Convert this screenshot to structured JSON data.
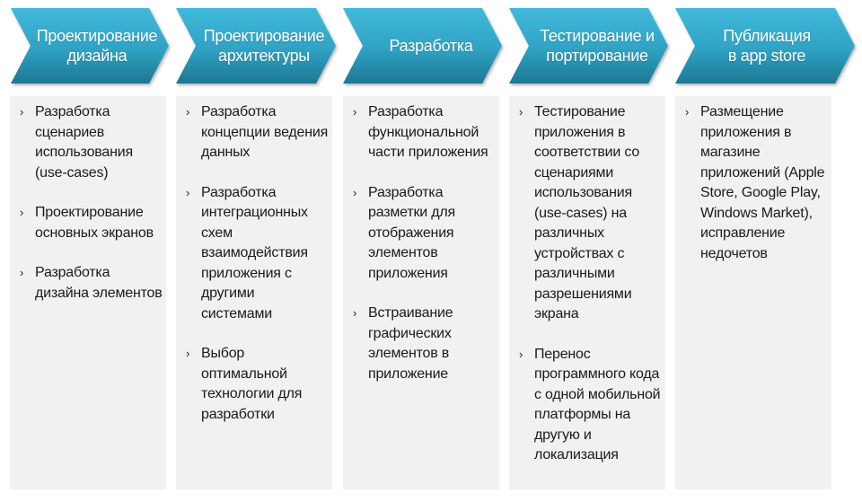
{
  "colors": {
    "arrow_top": "#3cb4d6",
    "arrow_bottom": "#1e7f9c",
    "panel_bg": "#f1f1f1",
    "text": "#1a1a1a"
  },
  "bullet_icon": "›",
  "stages": [
    {
      "title": "Проектирование дизайна",
      "title_lines": [
        "Проектирование",
        "дизайна"
      ],
      "items": [
        "Разработка сценариев использования (use-cases)",
        "Проектирование основных экранов",
        "Разработка дизайна элементов"
      ]
    },
    {
      "title": "Проектирование архитектуры",
      "title_lines": [
        "Проектирование",
        "архитектуры"
      ],
      "items": [
        "Разработка концепции ведения данных",
        "Разработка интеграционных схем взаимодействия приложения с другими системами",
        "Выбор оптимальной технологии для разработки"
      ]
    },
    {
      "title": "Разработка",
      "title_lines": [
        "Разработка"
      ],
      "items": [
        "Разработка функциональной части приложения",
        "Разработка разметки для отображения элементов приложения",
        "Встраивание графических элементов в приложение"
      ]
    },
    {
      "title": "Тестирование и портирование",
      "title_lines": [
        "Тестирование и",
        "портирование"
      ],
      "items": [
        "Тестирование приложения в соответствии со сценариями использования (use-cases) на различных устройствах с различными разрешениями экрана",
        "Перенос программного кода с одной мобильной платформы на другую и локализация"
      ]
    },
    {
      "title": "Публикация в app store",
      "title_lines": [
        "Публикация",
        "в app store"
      ],
      "items": [
        "Размещение приложения в магазине приложений (Apple Store, Google Play, Windows Market), исправление недочетов"
      ]
    }
  ]
}
